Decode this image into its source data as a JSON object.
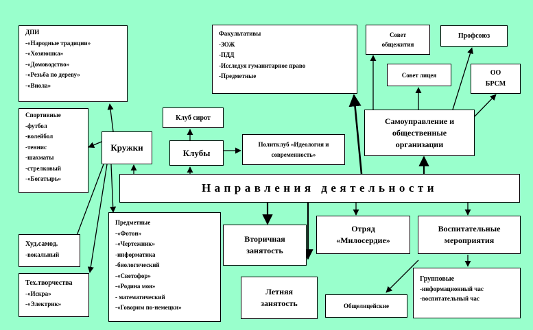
{
  "colors": {
    "background": "#99ffcc",
    "box": "#ffffff",
    "line": "#000000"
  },
  "center": "Направления деятельности",
  "boxes": {
    "dpi": [
      "ДПИ",
      "-«Народные традиции»",
      "-«Хозяюшка»",
      "-«Домоводство»",
      "-«Резьба по дереву»",
      "-«Виола»"
    ],
    "sport": [
      "Спортивные",
      "-футбол",
      "-волейбол",
      "-теннис",
      "-шахматы",
      "-стрелковый",
      "-«Богатырь»"
    ],
    "kruzhki": "Кружки",
    "klub_sirot": "Клуб сирот",
    "kluby": "Клубы",
    "politklub": "Политклуб «Идеология и современность»",
    "fakultativy": [
      "Факультативы",
      "-ЗОЖ",
      "-ПДД",
      "-Исследуя гуманитарное право",
      "-Предметные"
    ],
    "sovet_obshchezhitiya": "Совет общежития",
    "profsoyuz": "Профсоюз",
    "sovet_litseya": "Совет лицея",
    "oo_brsm": "ОО БРСМ",
    "samoupravlenie": "Самоуправление и общественные организации",
    "hud_samod": [
      "Худ.самод.",
      "-вокальный"
    ],
    "predmetnye": [
      "Предметные",
      "-«Фотон»",
      "-«Чертежник»",
      "-информатика",
      "-биологический",
      "-«Светофор»",
      "-«Родина моя»",
      "- математический",
      "-«Говорим по-немецки»"
    ],
    "tekh_tvorchestvo": [
      "Тех.творчества",
      "-«Искра»",
      "-«Электрик»"
    ],
    "vtorichnaya": "Вторичная занятость",
    "letnyaya": "Летняя занятость",
    "otryad": "Отряд «Милосердие»",
    "vospitatelnye": "Воспитательные мероприятия",
    "obshchelitseyskie": "Общелицейские",
    "gruppovye": [
      "Групповые",
      "-информационный час",
      "-воспитательный час"
    ]
  }
}
